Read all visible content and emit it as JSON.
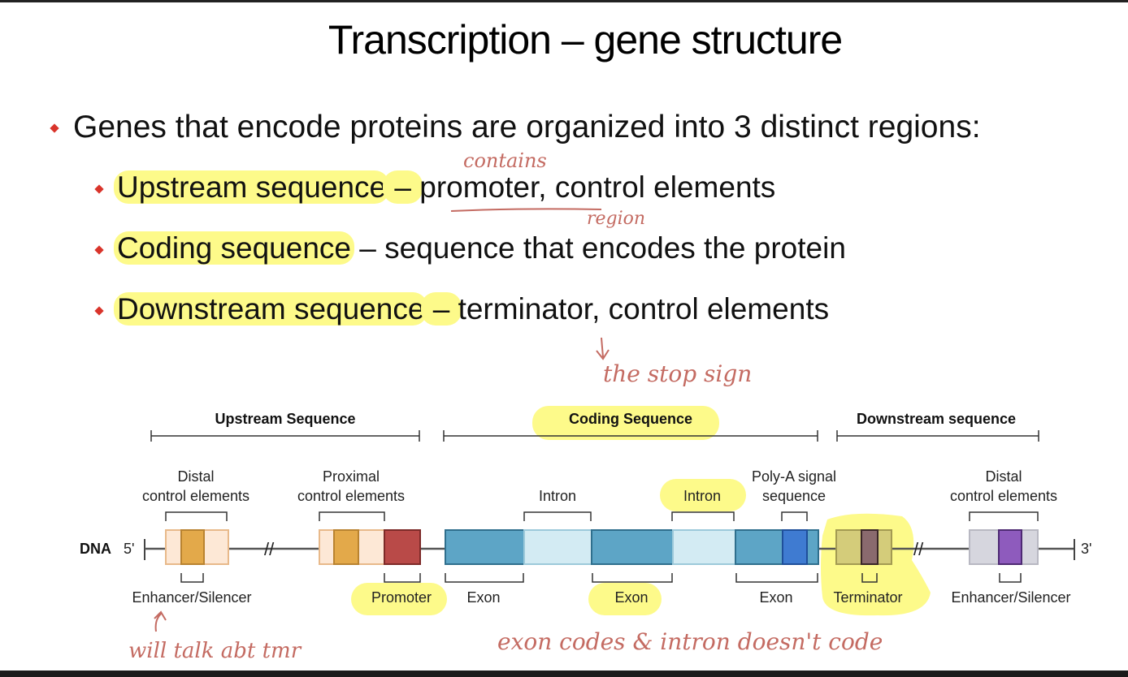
{
  "title": "Transcription – gene structure",
  "bullets": {
    "main": "Genes that encode proteins are organized into 3 distinct regions:",
    "items": [
      {
        "term": "Upstream sequence",
        "sep": " – ",
        "desc": "promoter, control elements"
      },
      {
        "term": "Coding sequence",
        "sep": " – ",
        "desc": "sequence that encodes the protein"
      },
      {
        "term": "Downstream sequence",
        "sep": " – ",
        "desc": "terminator, control elements"
      }
    ]
  },
  "diagram": {
    "regions": {
      "upstream": "Upstream Sequence",
      "coding": "Coding Sequence",
      "downstream": "Downstream sequence"
    },
    "labels_top": {
      "distal_left_1": "Distal",
      "distal_left_2": "control elements",
      "proximal_1": "Proximal",
      "proximal_2": "control elements",
      "intron_1": "Intron",
      "intron_2": "Intron",
      "polya_1": "Poly-A signal",
      "polya_2": "sequence",
      "distal_right_1": "Distal",
      "distal_right_2": "control elements"
    },
    "labels_bottom": {
      "enhancer_left": "Enhancer/Silencer",
      "promoter": "Promoter",
      "exon_1": "Exon",
      "exon_2": "Exon",
      "exon_3": "Exon",
      "terminator": "Terminator",
      "enhancer_right": "Enhancer/Silencer"
    },
    "dna_label": "DNA",
    "five_prime": "5'",
    "three_prime": "3'",
    "break_symbol": "//"
  },
  "annotations": {
    "contains": "contains",
    "region": "region",
    "stop_sign": "the stop sign",
    "talk_later": "will talk abt tmr",
    "exon_note": "exon codes & intron doesn't code"
  },
  "colors": {
    "highlight": "#fdfa8a",
    "bullet": "#d9342b",
    "handwriting": "#c46b62",
    "exon": "#5da5c6",
    "intron": "#cfe8f1",
    "promoter": "#b94a48",
    "enhancer": "#e3a94a",
    "terminator": "#8a6a6e",
    "polya": "#3f7bd1",
    "distal_right": "#8e5bbd"
  }
}
